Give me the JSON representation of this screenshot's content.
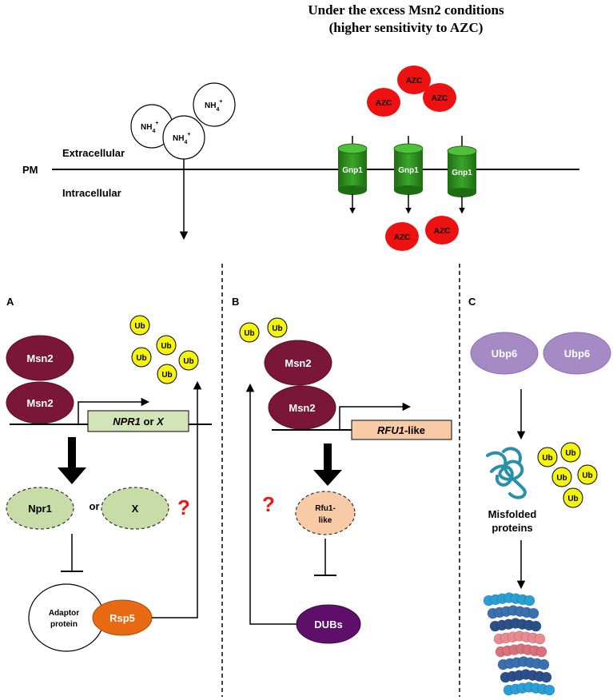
{
  "title": {
    "line1": "Under the excess Msn2 conditions",
    "line2": "(higher sensitivity to AZC)"
  },
  "membrane": {
    "pm": "PM",
    "extracellular": "Extracellular",
    "intracellular": "Intracellular",
    "ammonium": "NH",
    "ammonium_sub": "4",
    "ammonium_sup": "+",
    "transporter": "Gnp1",
    "azc": "AZC"
  },
  "panel_a": {
    "letter": "A",
    "msn2": "Msn2",
    "gene_italic": "NPR1",
    "gene_rest": " or ",
    "gene_x": "X",
    "npr1": "Npr1",
    "or": "or",
    "x": "X",
    "question": "?",
    "adaptor_line1": "Adaptor",
    "adaptor_line2": "protein",
    "rsp5": "Rsp5",
    "ub": "Ub"
  },
  "panel_b": {
    "letter": "B",
    "msn2": "Msn2",
    "gene_italic": "RFU1",
    "gene_rest": "-like",
    "rfu1_line1": "Rfu1-",
    "rfu1_line2": "like",
    "dubs": "DUBs",
    "question": "?",
    "ub": "Ub"
  },
  "panel_c": {
    "letter": "C",
    "ubp6": "Ubp6",
    "misfolded_line1": "Misfolded",
    "misfolded_line2": "proteins",
    "ub": "Ub"
  },
  "colors": {
    "msn2": "#7a1638",
    "azc": "#ee1111",
    "gnp1": "#2f8f1f",
    "ub": "#f5f50a",
    "npr1": "#c7dca7",
    "rsp5": "#e86a12",
    "rfu1": "#f8cba6",
    "dubs": "#5e0f6a",
    "ubp6": "#a58ac6",
    "question": "#e81818"
  }
}
